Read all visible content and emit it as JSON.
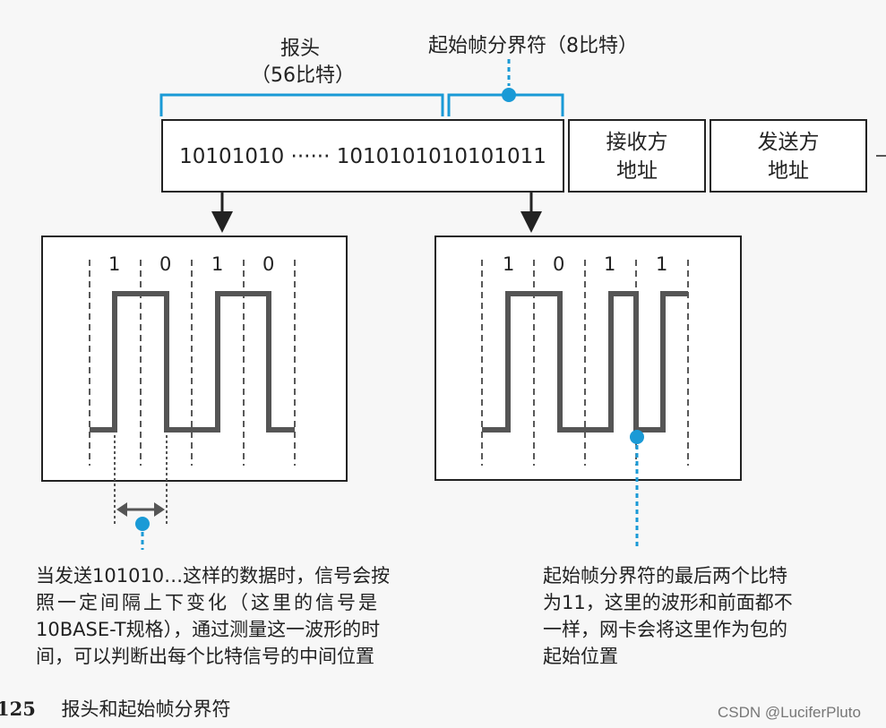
{
  "header": {
    "preamble_label": "报头",
    "preamble_bits": "（56比特）",
    "sfd_label": "起始帧分界符（8比特）"
  },
  "frame": {
    "bits_text": "10101010 ······ 1010101010101011",
    "dest_address": [
      "接收方",
      "地址"
    ],
    "src_address": [
      "发送方",
      "地址"
    ]
  },
  "waveform_left": {
    "bits": [
      "1",
      "0",
      "1",
      "0"
    ]
  },
  "waveform_right": {
    "bits": [
      "1",
      "0",
      "1",
      "1"
    ]
  },
  "notes": {
    "left": [
      "当发送101010…这样的数据时，信号会按",
      "照一定间隔上下变化（这里的信号是",
      "10BASE-T规格），通过测量这一波形的时",
      "间，可以判断出每个比特信号的中间位置"
    ],
    "right": [
      "起始帧分界符的最后两个比特",
      "为11，这里的波形和前面都不",
      "一样，网卡会将这里作为包的",
      "起始位置"
    ]
  },
  "caption": {
    "number": "125",
    "text": "报头和起始帧分界符"
  },
  "watermark": "CSDN @LuciferPluto",
  "colors": {
    "accent": "#1a9ad6",
    "wave": "#555555",
    "border": "#222222"
  }
}
